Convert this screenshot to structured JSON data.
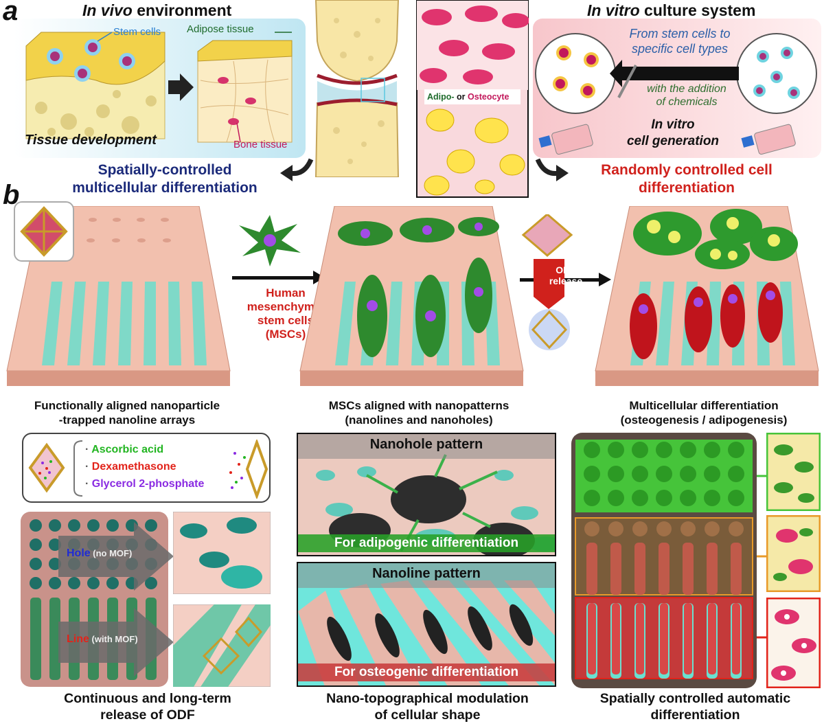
{
  "panel_a": {
    "letter": "a",
    "in_vivo_title_italic": "In vivo",
    "in_vivo_title_rest": " environment",
    "stem_cells_label": "Stem cells",
    "adipose_label": "Adipose tissue",
    "bone_label": "Bone tissue",
    "tissue_dev_label": "Tissue development",
    "adipo_label": "Adipo-",
    "or_label": " or ",
    "osteo_label": "Osteocyte",
    "in_vitro_title_italic": "In vitro",
    "in_vitro_title_rest": " culture system",
    "from_stem_line1": "From stem cells to",
    "from_stem_line2": "specific cell types",
    "addition_line1": "with the addition",
    "addition_line2": "of chemicals",
    "generation_line1": "In vitro",
    "generation_line2": "cell generation",
    "spatial_line1": "Spatially-controlled",
    "spatial_line2": "multicellular differentiation",
    "random_line1": "Randomly controlled cell",
    "random_line2": "differentiation"
  },
  "panel_b": {
    "letter": "b",
    "msc_label_lines": [
      "Human",
      "mesenchymal",
      "stem cells",
      "(MSCs)"
    ],
    "odf_label_lines": [
      "ODF",
      "release"
    ],
    "cap1_lines": [
      "Functionally aligned nanoparticle",
      "-trapped nanoline arrays"
    ],
    "cap2_lines": [
      "MSCs aligned with nanopatterns",
      "(nanolines and nanoholes)"
    ],
    "cap3_lines": [
      "Multicellular differentiation",
      "(osteogenesis / adipogenesis)"
    ],
    "chemicals": [
      {
        "name": "Ascorbic acid",
        "color": "#22b521"
      },
      {
        "name": "Dexamethasone",
        "color": "#e2231a"
      },
      {
        "name": "Glycerol 2-phosphate",
        "color": "#8a2be2"
      }
    ],
    "hole_word": "Hole",
    "hole_rest": " (no MOF)",
    "line_word": "Line",
    "line_rest": " (with MOF)",
    "nanohole_title": "Nanohole pattern",
    "adipogenic_banner": "For adipogenic differentiation",
    "nanoline_title": "Nanoline pattern",
    "osteogenic_banner": "For osteogenic differentiation",
    "bottom_cap1_lines": [
      "Continuous and long-term",
      "release of ODF"
    ],
    "bottom_cap2_lines": [
      "Nano-topographical modulation",
      "of cellular shape"
    ],
    "bottom_cap3_lines": [
      "Spatially controlled automatic",
      "differentiation"
    ]
  },
  "colors": {
    "dark_blue": "#1b2a7a",
    "red": "#d0211c",
    "stem_blue": "#2a7fd0",
    "adipose_green": "#1e6b2c",
    "bone_pink": "#c2185b",
    "substrate": "#f0b8a6",
    "cell_green": "#2e8a2e"
  }
}
